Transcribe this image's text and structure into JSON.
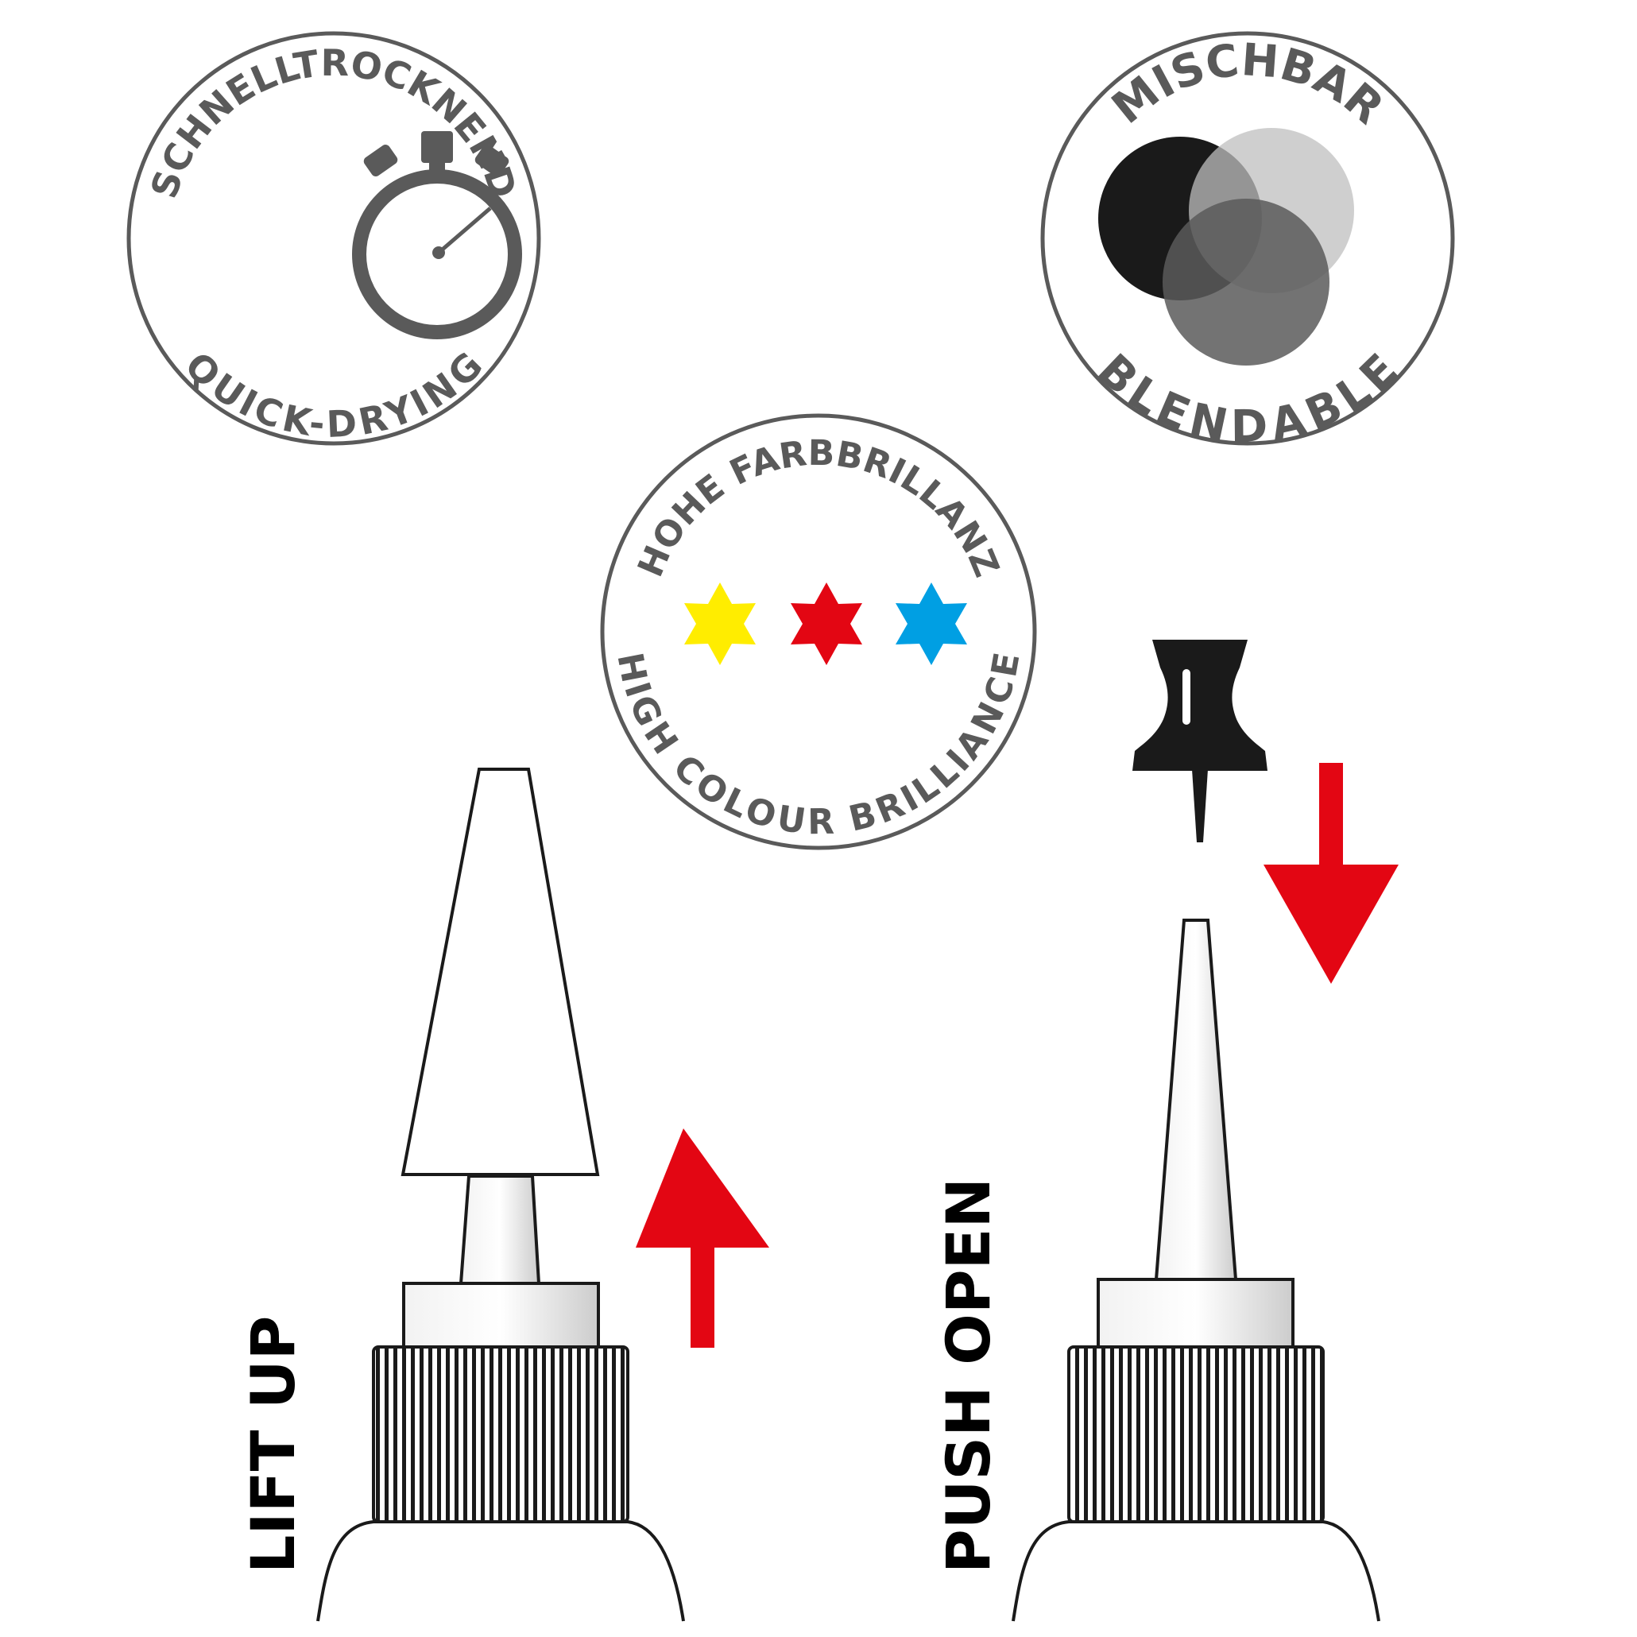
{
  "colors": {
    "badge_gray": "#5a5a5a",
    "arrow_red": "#e30613",
    "star_yellow": "#ffed00",
    "star_red": "#e30613",
    "star_blue": "#009fe3"
  },
  "badges": {
    "quick_drying": {
      "top": "SCHNELLTROCKNEND",
      "bottom": "QUICK-DRYING",
      "icon": "stopwatch-icon"
    },
    "blendable": {
      "top": "MISCHBAR",
      "bottom": "BLENDABLE",
      "icon": "overlapping-circles-icon"
    },
    "brilliance": {
      "top": "HOHE FARBBRILLANZ",
      "bottom": "HIGH COLOUR BRILLIANCE",
      "icon": "stars-icon"
    }
  },
  "instructions": {
    "lift": {
      "label": "LIFT UP",
      "icon": "arrow-up-icon"
    },
    "push": {
      "label": "PUSH OPEN",
      "icon": "arrow-down-icon"
    },
    "pin": {
      "icon": "push-pin-icon"
    }
  }
}
